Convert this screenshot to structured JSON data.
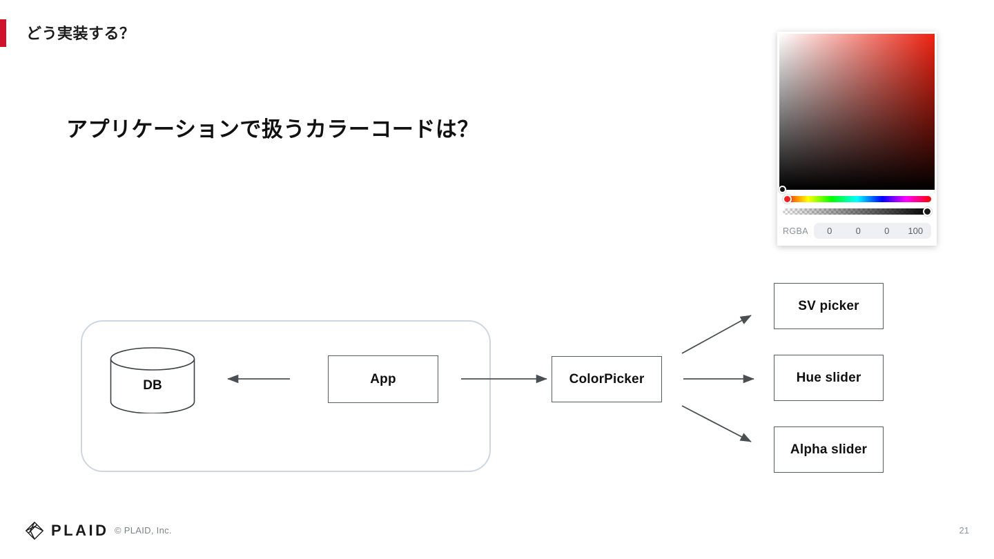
{
  "header": {
    "title": "どう実装する？",
    "accent_color": "#d0112b"
  },
  "heading": {
    "text": "アプリケーションで扱うカラーコードは？"
  },
  "colorpicker": {
    "sv_gradient_hue": "#ee2211",
    "rgba_label": "RGBA",
    "rgba_values": [
      "0",
      "0",
      "0",
      "100"
    ]
  },
  "diagram": {
    "nodes": {
      "db": "DB",
      "app": "App",
      "colorpicker": "ColorPicker",
      "sv_picker": "SV picker",
      "hue_slider": "Hue slider",
      "alpha_slider": "Alpha slider"
    }
  },
  "footer": {
    "logo_text": "PLAID",
    "copyright": "© PLAID, Inc.",
    "page_number": "21"
  }
}
